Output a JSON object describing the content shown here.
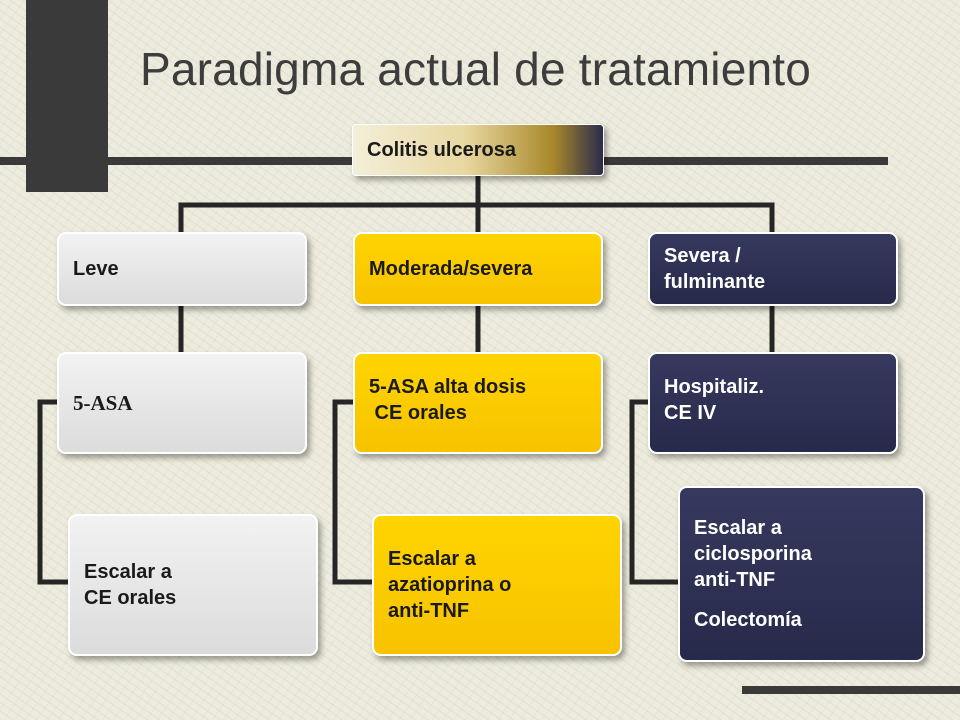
{
  "title": "Paradigma actual de tratamiento",
  "root": {
    "label": "Colitis ulcerosa"
  },
  "categories": [
    {
      "label": "Leve"
    },
    {
      "label": "Moderada/severa"
    },
    {
      "label": "Severa /\nfulminante"
    }
  ],
  "treatments": [
    {
      "label": "5-ASA"
    },
    {
      "label": "5-ASA alta dosis\n CE orales"
    },
    {
      "label": "Hospitaliz.\nCE IV"
    }
  ],
  "escalations": [
    {
      "label": "Escalar a\nCE orales"
    },
    {
      "label": "Escalar a\nazatioprina o\nanti-TNF"
    },
    {
      "label": "Escalar a\nciclosporina\nanti-TNF",
      "extra": "Colectomía"
    }
  ],
  "colors": {
    "gray": "#e6e6e6",
    "yellow": "#ffcc00",
    "navy": "#2b2e4f",
    "connector": "#262626",
    "background": "#ecebdd"
  }
}
